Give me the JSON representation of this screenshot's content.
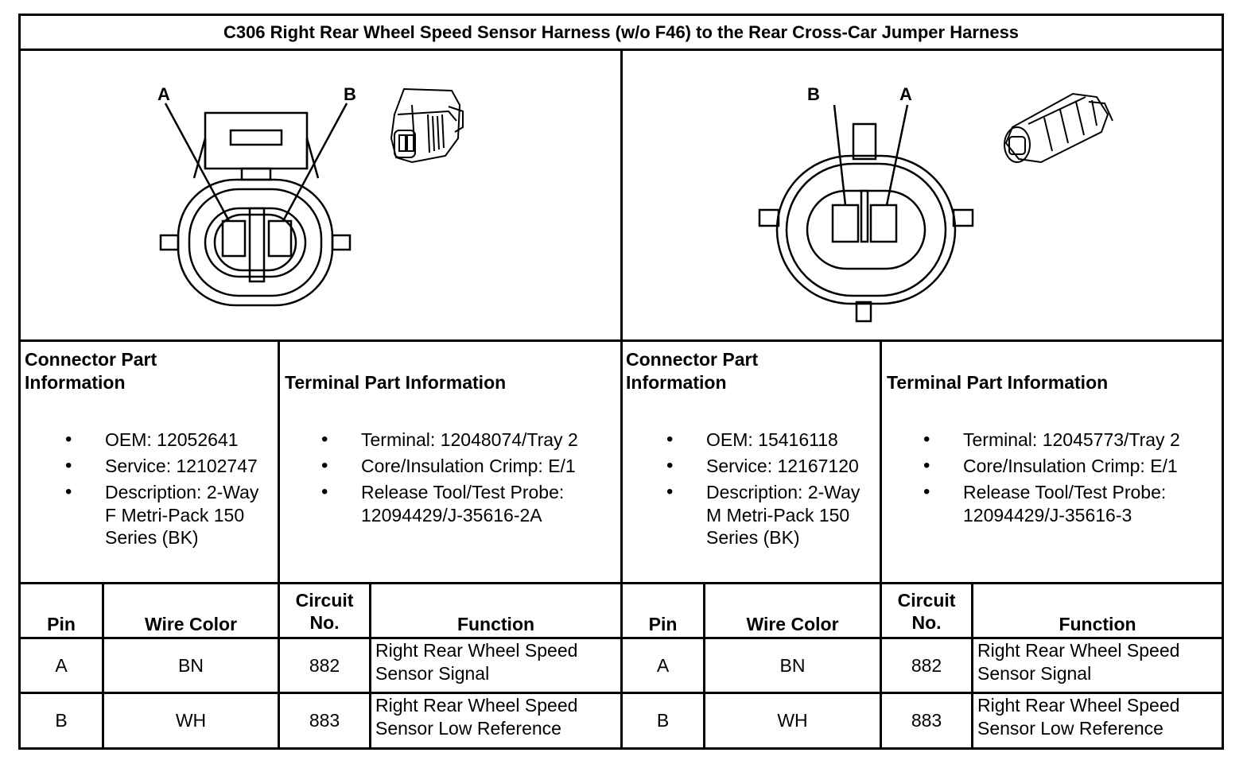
{
  "title": "C306 Right Rear Wheel Speed Sensor Harness (w/o F46) to the Rear Cross-Car Jumper Harness",
  "left": {
    "pin_labels": [
      "A",
      "B"
    ],
    "connector": {
      "heading": [
        "Connector Part",
        "Information"
      ],
      "items": [
        [
          "OEM: 12052641"
        ],
        [
          "Service: 12102747"
        ],
        [
          "Description: 2-Way",
          "F Metri-Pack 150",
          "Series (BK)"
        ]
      ]
    },
    "terminal": {
      "heading": "Terminal Part Information",
      "items": [
        [
          "Terminal: 12048074/Tray 2"
        ],
        [
          "Core/Insulation Crimp: E/1"
        ],
        [
          "Release Tool/Test Probe:",
          "12094429/J-35616-2A"
        ]
      ]
    },
    "table": {
      "headers": {
        "pin": "Pin",
        "wire": "Wire Color",
        "circuit": [
          "Circuit",
          "No."
        ],
        "function": "Function"
      },
      "rows": [
        {
          "pin": "A",
          "wire": "BN",
          "circuit": "882",
          "function": [
            "Right Rear Wheel Speed",
            "Sensor Signal"
          ]
        },
        {
          "pin": "B",
          "wire": "WH",
          "circuit": "883",
          "function": [
            "Right Rear Wheel Speed",
            "Sensor Low Reference"
          ]
        }
      ]
    }
  },
  "right": {
    "pin_labels": [
      "B",
      "A"
    ],
    "connector": {
      "heading": [
        "Connector Part",
        "Information"
      ],
      "items": [
        [
          "OEM: 15416118"
        ],
        [
          "Service: 12167120"
        ],
        [
          "Description: 2-Way",
          "M Metri-Pack 150",
          "Series (BK)"
        ]
      ]
    },
    "terminal": {
      "heading": "Terminal Part Information",
      "items": [
        [
          "Terminal: 12045773/Tray 2"
        ],
        [
          "Core/Insulation Crimp: E/1"
        ],
        [
          "Release Tool/Test Probe:",
          "12094429/J-35616-3"
        ]
      ]
    },
    "table": {
      "headers": {
        "pin": "Pin",
        "wire": "Wire Color",
        "circuit": [
          "Circuit",
          "No."
        ],
        "function": "Function"
      },
      "rows": [
        {
          "pin": "A",
          "wire": "BN",
          "circuit": "882",
          "function": [
            "Right Rear Wheel Speed",
            "Sensor Signal"
          ]
        },
        {
          "pin": "B",
          "wire": "WH",
          "circuit": "883",
          "function": [
            "Right Rear Wheel Speed",
            "Sensor Low Reference"
          ]
        }
      ]
    }
  }
}
